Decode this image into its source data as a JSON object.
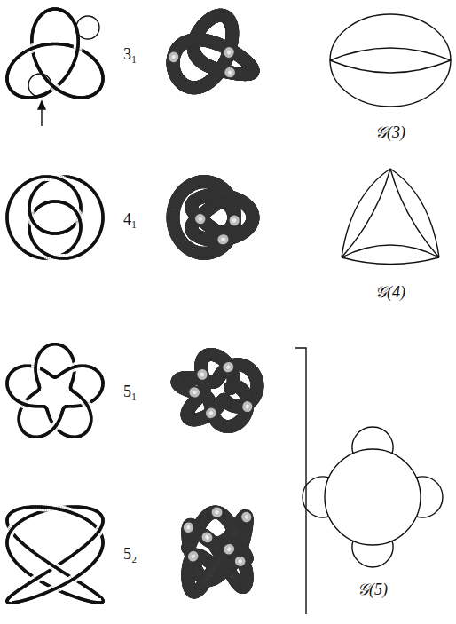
{
  "diagram": {
    "labels": [
      "3₁",
      "𝒢(3)",
      "4₁",
      "𝒢(4)",
      "5₁",
      "5₂",
      "𝒢(5)"
    ]
  }
}
